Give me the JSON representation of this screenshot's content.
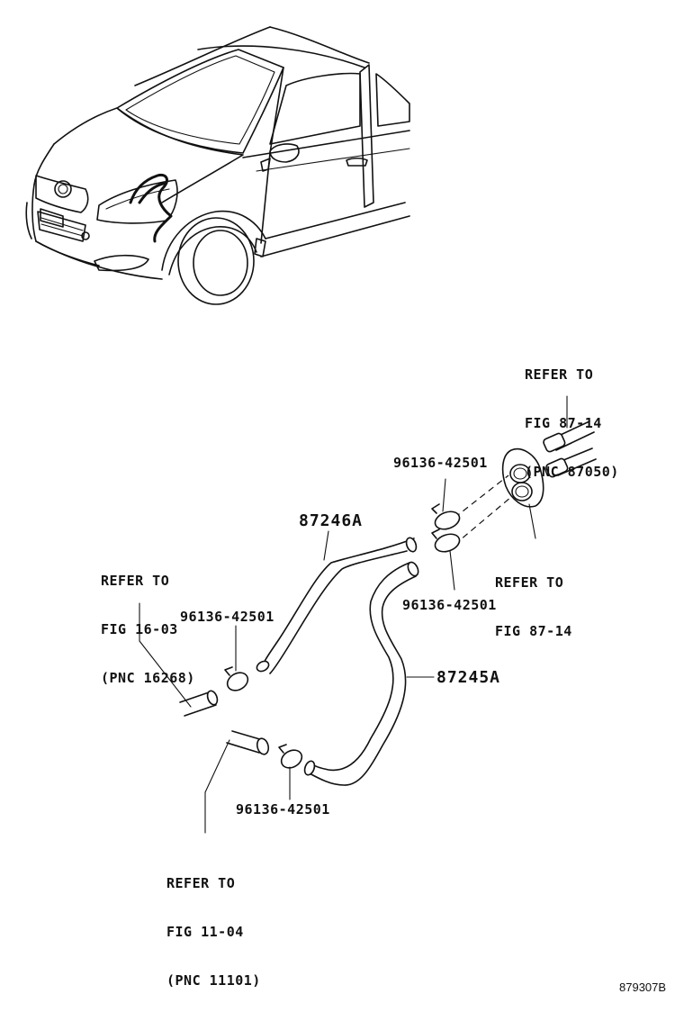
{
  "refs": {
    "top_right": {
      "line1": "REFER TO",
      "line2": "FIG 87-14",
      "line3": "(PNC 87050)"
    },
    "mid_right": {
      "line1": "REFER TO",
      "line2": "FIG 87-14"
    },
    "left": {
      "line1": "REFER TO",
      "line2": "FIG 16-03",
      "line3": "(PNC 16268)"
    },
    "bottom": {
      "line1": "REFER TO",
      "line2": "FIG 11-04",
      "line3": "(PNC 11101)"
    }
  },
  "parts": {
    "clamp_top": "96136-42501",
    "clamp_mid_right": "96136-42501",
    "clamp_left": "96136-42501",
    "clamp_bottom": "96136-42501",
    "hose_upper": "87246A",
    "hose_lower": "87245A"
  },
  "figure_id": "879307B"
}
